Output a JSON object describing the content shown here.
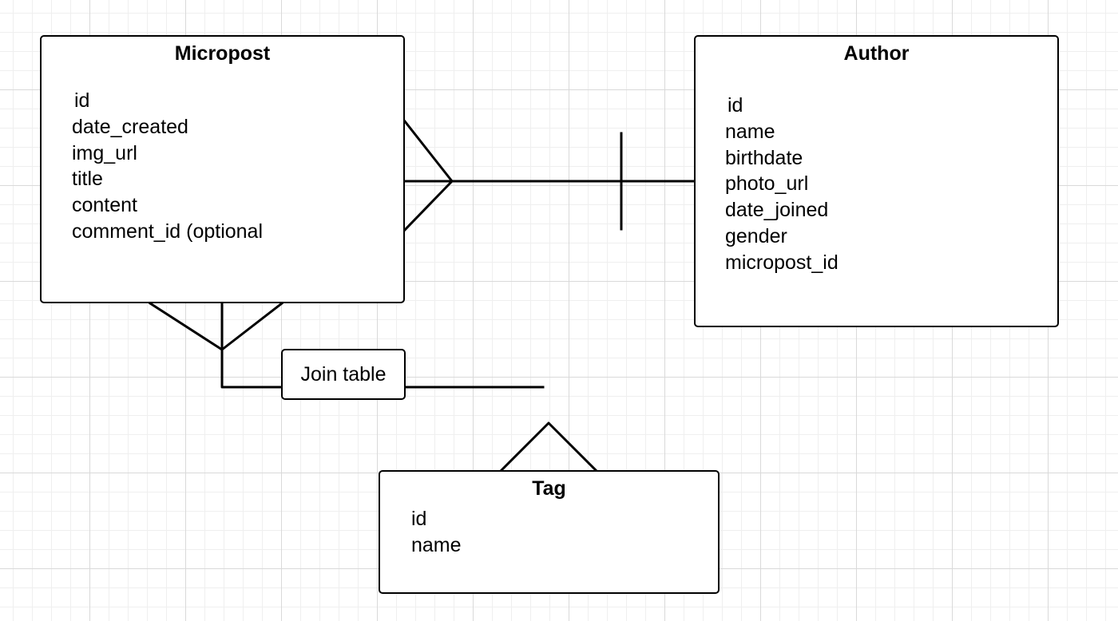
{
  "entities": {
    "micropost": {
      "title": "Micropost",
      "fields": [
        "id",
        "date_created",
        "img_url",
        "title",
        "content",
        "comment_id (optional"
      ]
    },
    "author": {
      "title": "Author",
      "fields": [
        "id",
        "name",
        "birthdate",
        "photo_url",
        "date_joined",
        "gender",
        "micropost_id"
      ]
    },
    "tag": {
      "title": "Tag",
      "fields": [
        "id",
        "name"
      ]
    }
  },
  "join_table": {
    "label": "Join table"
  },
  "relationships": [
    {
      "from": "micropost",
      "to": "author",
      "from_end": "many",
      "to_end": "one"
    },
    {
      "from": "micropost",
      "to": "join_table",
      "from_end": "many",
      "to_end": "none"
    },
    {
      "from": "join_table",
      "to": "tag",
      "from_end": "none",
      "to_end": "many"
    }
  ],
  "colors": {
    "line": "#000000",
    "box_fill": "#ffffff",
    "grid_major": "#d9d9d9",
    "grid_minor": "#efefef"
  }
}
